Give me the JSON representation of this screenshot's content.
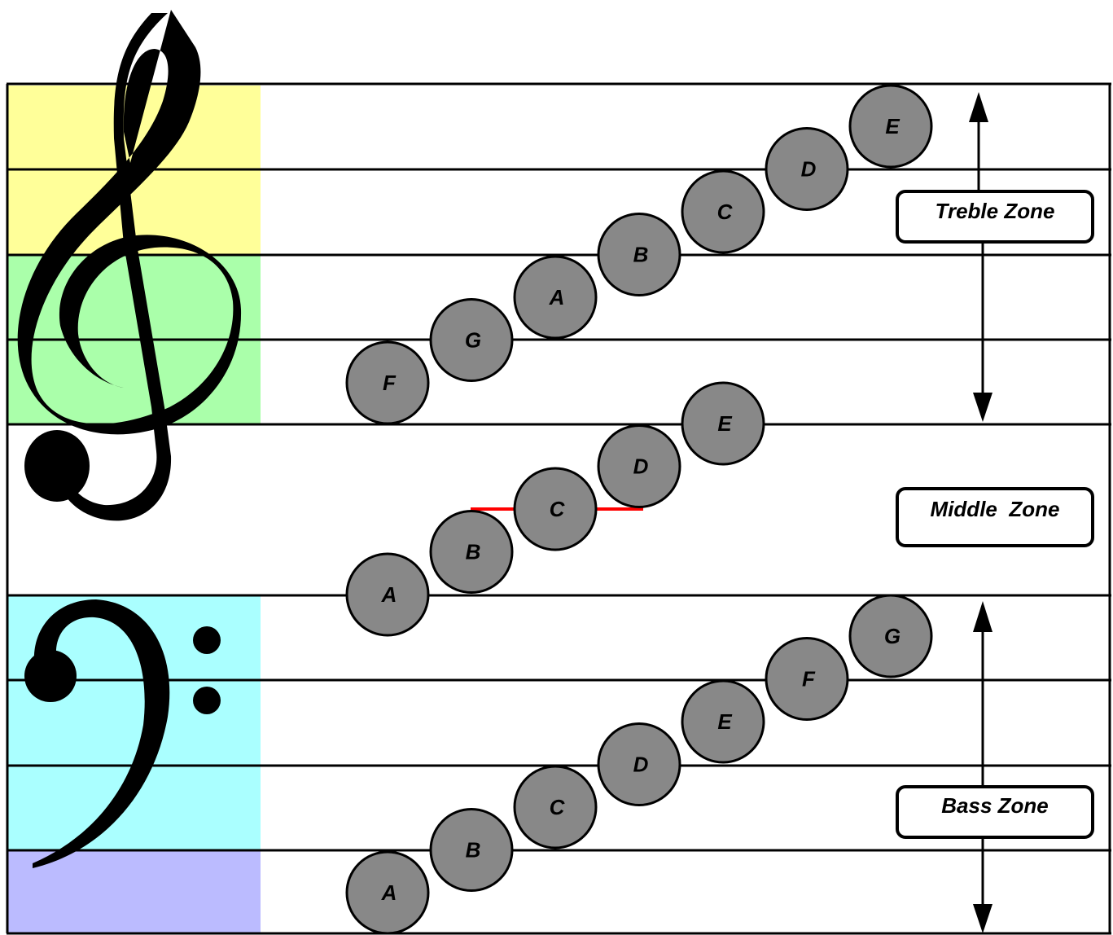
{
  "zones": {
    "treble": {
      "label": "Treble Zone",
      "notes": [
        "F",
        "G",
        "A",
        "B",
        "C",
        "D",
        "E"
      ]
    },
    "middle": {
      "label": "Middle  Zone",
      "notes": [
        "A",
        "B",
        "C",
        "D",
        "E"
      ]
    },
    "bass": {
      "label": "Bass Zone",
      "notes": [
        "A",
        "B",
        "C",
        "D",
        "E",
        "F",
        "G"
      ]
    }
  },
  "colors": {
    "treble_upper": "#ffff99",
    "treble_lower": "#aaffaa",
    "bass_upper": "#aaffff",
    "bass_lower": "#bbbbff",
    "note_fill": "#888888",
    "ledger_line": "#ff0000",
    "staff_line": "#000000"
  },
  "icons": {
    "treble_clef": "treble-clef-icon",
    "bass_clef": "bass-clef-icon"
  }
}
